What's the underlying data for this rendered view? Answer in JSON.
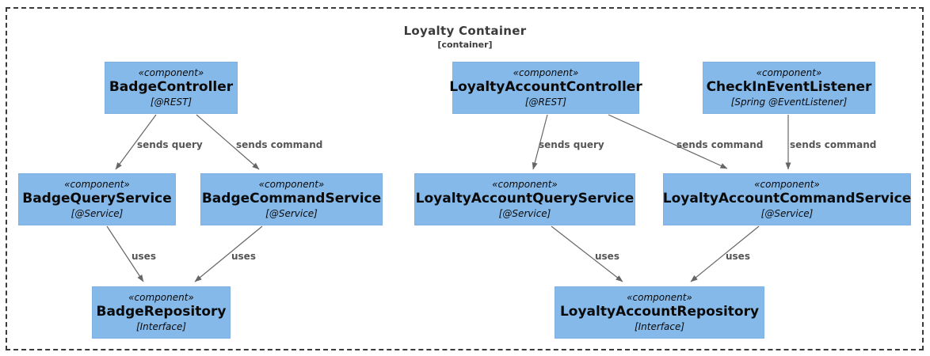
{
  "diagram": {
    "title": "Loyalty Container",
    "subtitle": "[container]",
    "colors": {
      "node_fill": "#85B9EA",
      "node_border": "#7FB2E3",
      "edge": "#666666",
      "edge_label": "#555555",
      "frame": "#3A3A3A",
      "title": "#3B3B3B"
    },
    "nodes": {
      "badge_controller": {
        "stereotype": "«component»",
        "name": "BadgeController",
        "tech": "[@REST]"
      },
      "loyalty_account_controller": {
        "stereotype": "«component»",
        "name": "LoyaltyAccountController",
        "tech": "[@REST]"
      },
      "checkin_event_listener": {
        "stereotype": "«component»",
        "name": "CheckInEventListener",
        "tech": "[Spring @EventListener]"
      },
      "badge_query_service": {
        "stereotype": "«component»",
        "name": "BadgeQueryService",
        "tech": "[@Service]"
      },
      "badge_command_service": {
        "stereotype": "«component»",
        "name": "BadgeCommandService",
        "tech": "[@Service]"
      },
      "loyalty_account_query_service": {
        "stereotype": "«component»",
        "name": "LoyaltyAccountQueryService",
        "tech": "[@Service]"
      },
      "loyalty_account_command_service": {
        "stereotype": "«component»",
        "name": "LoyaltyAccountCommandService",
        "tech": "[@Service]"
      },
      "badge_repository": {
        "stereotype": "«component»",
        "name": "BadgeRepository",
        "tech": "[Interface]"
      },
      "loyalty_account_repository": {
        "stereotype": "«component»",
        "name": "LoyaltyAccountRepository",
        "tech": "[Interface]"
      }
    },
    "edge_labels": {
      "badge_sends_query": "sends query",
      "badge_sends_command": "sends command",
      "loyalty_sends_query": "sends query",
      "loyalty_sends_command": "sends command",
      "checkin_sends_command": "sends command",
      "badge_query_uses": "uses",
      "badge_command_uses": "uses",
      "loyalty_query_uses": "uses",
      "loyalty_command_uses": "uses"
    }
  }
}
